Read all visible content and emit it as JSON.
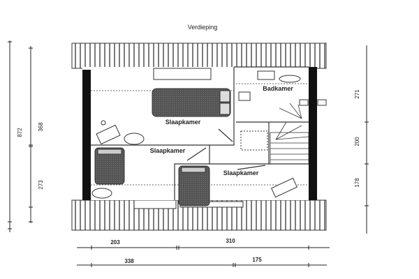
{
  "title": "Verdieping",
  "rooms": {
    "bedroom_1": "Slaapkamer",
    "bedroom_2": "Slaapkamer",
    "bedroom_3": "Slaapkamer",
    "bathroom": "Badkamer"
  },
  "dimensions": {
    "left_total": "872",
    "left_upper": "368",
    "left_lower": "273",
    "right_upper": "271",
    "right_middle": "200",
    "right_lower": "178",
    "bottom_row1_left": "203",
    "bottom_row1_right": "310",
    "bottom_row2_left": "338",
    "bottom_row2_right": "175"
  }
}
